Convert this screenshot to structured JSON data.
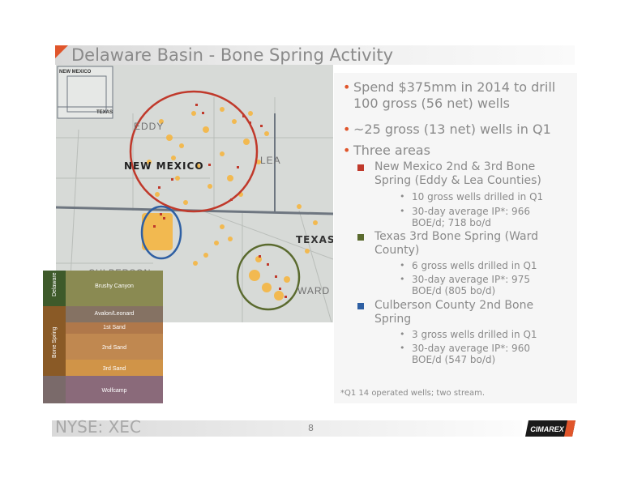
{
  "slide": {
    "title": "Delaware Basin - Bone Spring Activity",
    "page_number": "8",
    "footer_ticker": "NYSE: XEC",
    "logo_text": "CIMAREX",
    "footnote": "*Q1 14 operated wells; two stream.",
    "accent_color": "#e0552b"
  },
  "bullets": [
    {
      "text": "Spend $375mm in 2014 to drill 100 gross (56 net) wells"
    },
    {
      "text": "~25 gross (13 net) wells in Q1"
    },
    {
      "text": "Three areas"
    }
  ],
  "areas": [
    {
      "color": "#c0392b",
      "title": "New Mexico 2nd & 3rd Bone Spring (Eddy & Lea Counties)",
      "details": [
        "10 gross wells drilled in Q1",
        "30-day average IP*:  966 BOE/d; 718 bo/d"
      ]
    },
    {
      "color": "#5a6a2e",
      "title": "Texas 3rd Bone Spring (Ward County)",
      "details": [
        "6 gross wells drilled in Q1",
        "30-day average IP*:  975 BOE/d (805 bo/d)"
      ]
    },
    {
      "color": "#2e5fa3",
      "title": "Culberson County 2nd Bone Spring",
      "details": [
        "3 gross wells drilled in Q1",
        "30-day average IP*:  960 BOE/d (547 bo/d)"
      ]
    }
  ],
  "map": {
    "inset_state_nm": "NEW MEXICO",
    "inset_state_tx": "TEXAS",
    "county_eddy": "EDDY",
    "county_lea": "LEA",
    "state_nm": "NEW MEXICO",
    "state_tx": "TEXAS",
    "county_culberson": "CULBERSON",
    "county_ward": "WARD"
  },
  "stratigraphy": {
    "group_delaware": "Delaware",
    "group_bone_spring": "Bone Spring",
    "layers": [
      "Brushy Canyon",
      "Avalon/Leonard",
      "1st Sand",
      "2nd Sand",
      "3rd Sand",
      "Wolfcamp"
    ]
  }
}
